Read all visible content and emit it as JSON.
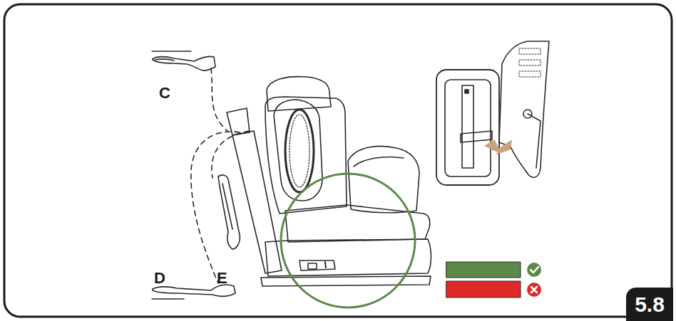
{
  "diagram": {
    "nodes": [
      {
        "text": [
          "5.8"
        ]
      }
    ],
    "labels": [
      "C",
      "D",
      "E"
    ]
  }
}
